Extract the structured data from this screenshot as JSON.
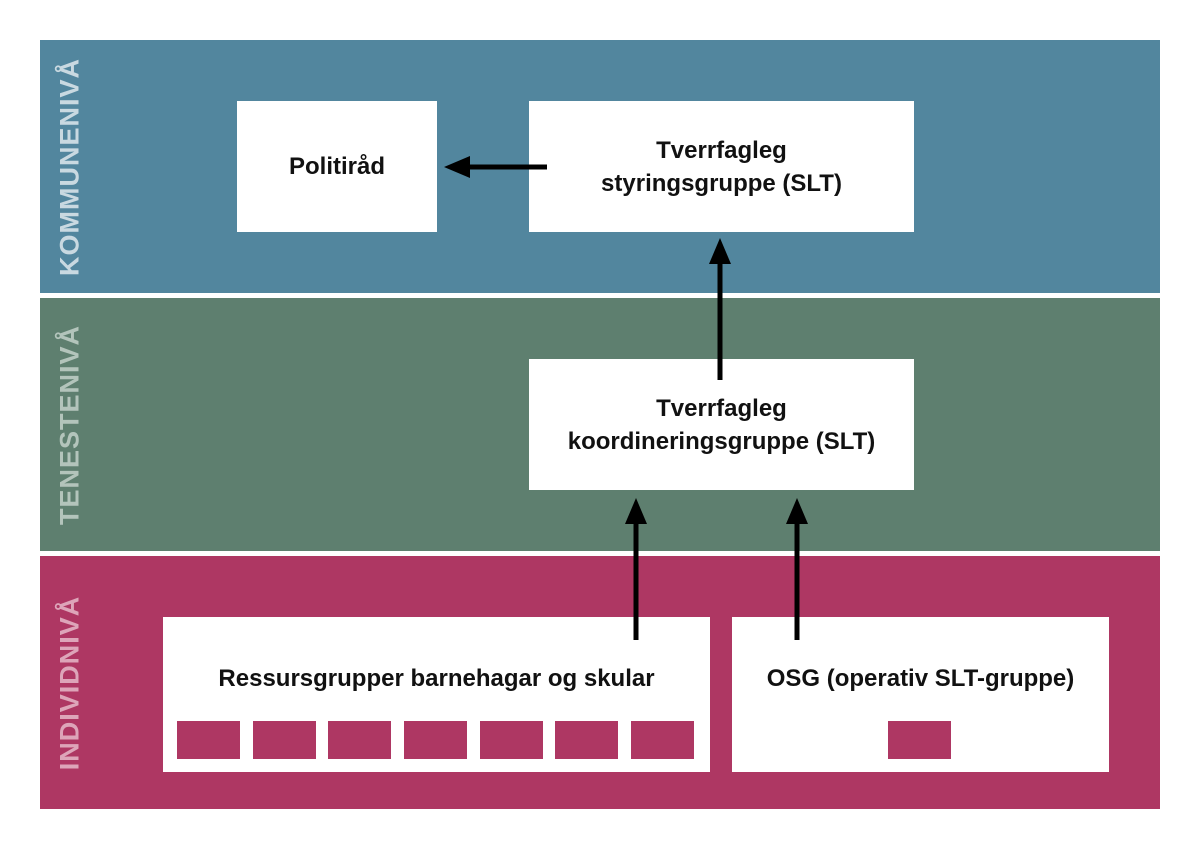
{
  "levels": {
    "kommune": "KOMMUNENIVÅ",
    "teneste": "TENESTENIVÅ",
    "individ": "INDIVIDNIVÅ"
  },
  "boxes": {
    "politirad": "Politiråd",
    "styringsgruppe": "Tverrfagleg\nstyringsgruppe (SLT)",
    "koordineringsgruppe": "Tverrfagleg\nkoordineringsgruppe (SLT)",
    "ressursgrupper": "Ressursgrupper barnehagar og skular",
    "osg": "OSG (operativ SLT-gruppe)"
  },
  "colors": {
    "kommune_band": "#52869e",
    "teneste_band": "#5e7f6f",
    "individ_band": "#ae3763",
    "unit_square": "#ae3763"
  }
}
